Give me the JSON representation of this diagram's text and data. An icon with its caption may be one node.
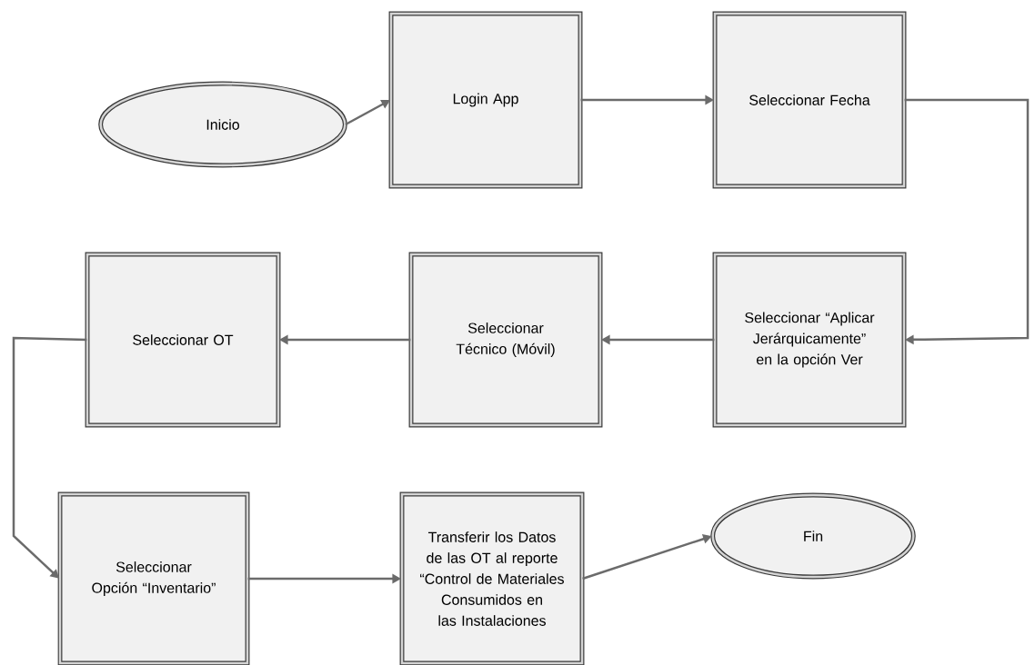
{
  "diagram": {
    "nodes": [
      {
        "text": [
          "Inicio"
        ]
      },
      {
        "text": [
          "Login App"
        ]
      },
      {
        "text": [
          "Seleccionar Fecha"
        ]
      },
      {
        "text": [
          "Seleccionar “Aplicar Jerárquicamente” en la opción Ver"
        ]
      },
      {
        "text": [
          "Seleccionar Técnico (Móvil)"
        ]
      },
      {
        "text": [
          "Seleccionar OT"
        ]
      },
      {
        "text": [
          "Seleccionar Opción “Inventario”"
        ]
      },
      {
        "text": [
          "Transferir los Datos de las OT al reporte “Control de Materiales Consumidos en las Instalaciones"
        ]
      },
      {
        "text": [
          "Fin"
        ]
      }
    ],
    "edges": [
      {
        "from": 0,
        "to": 1,
        "arrow": "to"
      },
      {
        "from": 1,
        "to": 2,
        "arrow": "to"
      },
      {
        "from": 2,
        "to": 3,
        "arrow": "to"
      },
      {
        "from": 3,
        "to": 4,
        "arrow": "to"
      },
      {
        "from": 4,
        "to": 5,
        "arrow": "to"
      },
      {
        "from": 5,
        "to": 6,
        "arrow": "to"
      },
      {
        "from": 6,
        "to": 7,
        "arrow": "to"
      },
      {
        "from": 7,
        "to": 8,
        "arrow": "to"
      }
    ]
  }
}
